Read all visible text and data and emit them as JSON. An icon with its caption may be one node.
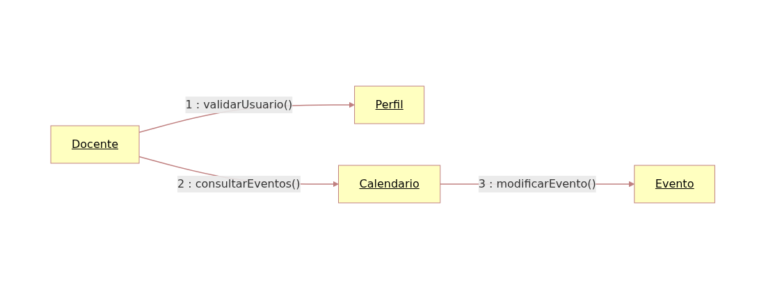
{
  "diagram": {
    "nodes": [
      {
        "text": [
          "Perfil"
        ]
      },
      {
        "text": [
          "Docente"
        ]
      },
      {
        "text": [
          "Calendario"
        ]
      },
      {
        "text": [
          "Evento"
        ]
      }
    ],
    "edges": [
      {
        "from": 1,
        "to": 0,
        "arrow": "to",
        "label": "1 : validarUsuario()"
      },
      {
        "from": 1,
        "to": 2,
        "arrow": "to",
        "label": "2 : consultarEventos()"
      },
      {
        "from": 2,
        "to": 3,
        "arrow": "to",
        "label": "3 : modificarEvento()"
      }
    ]
  }
}
